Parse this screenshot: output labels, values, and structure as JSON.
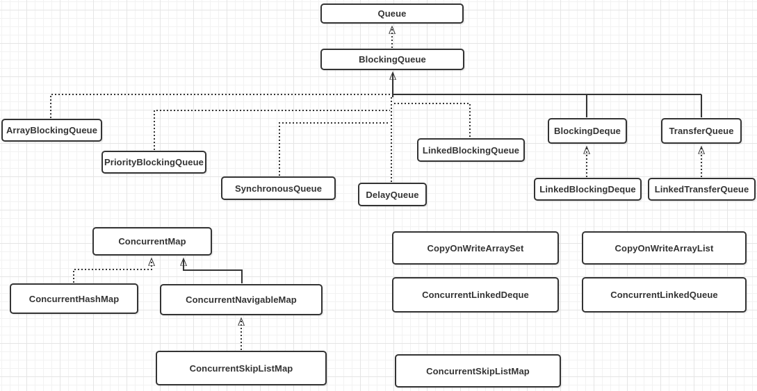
{
  "diagram": {
    "description": "Java concurrent collections class hierarchy diagram on a grid canvas",
    "colors": {
      "node_fill": "#ffffff",
      "node_border": "#333333",
      "text": "#333333",
      "line": "#333333",
      "grid_minor": "#f2f2f2",
      "grid_major": "#e5e5e5",
      "background": "#ffffff"
    },
    "nodes": {
      "queue": {
        "label": "Queue"
      },
      "blockingQueue": {
        "label": "BlockingQueue"
      },
      "arrayBlockingQueue": {
        "label": "ArrayBlockingQueue"
      },
      "priorityBlockingQueue": {
        "label": "PriorityBlockingQueue"
      },
      "synchronousQueue": {
        "label": "SynchronousQueue"
      },
      "linkedBlockingQueue": {
        "label": "LinkedBlockingQueue"
      },
      "delayQueue": {
        "label": "DelayQueue"
      },
      "blockingDeque": {
        "label": "BlockingDeque"
      },
      "transferQueue": {
        "label": "TransferQueue"
      },
      "linkedBlockingDeque": {
        "label": "LinkedBlockingDeque"
      },
      "linkedTransferQueue": {
        "label": "LinkedTransferQueue"
      },
      "concurrentMap": {
        "label": "ConcurrentMap"
      },
      "concurrentHashMap": {
        "label": "ConcurrentHashMap"
      },
      "concurrentNavigableMap": {
        "label": "ConcurrentNavigableMap"
      },
      "concurrentSkipListMapLeft": {
        "label": "ConcurrentSkipListMap"
      },
      "copyOnWriteArraySet": {
        "label": "CopyOnWriteArraySet"
      },
      "copyOnWriteArrayList": {
        "label": "CopyOnWriteArrayList"
      },
      "concurrentLinkedDeque": {
        "label": "ConcurrentLinkedDeque"
      },
      "concurrentLinkedQueue": {
        "label": "ConcurrentLinkedQueue"
      },
      "concurrentSkipListMapBottom": {
        "label": "ConcurrentSkipListMap"
      }
    },
    "edges": [
      {
        "from": "BlockingQueue",
        "to": "Queue",
        "style": "dotted",
        "arrow": true
      },
      {
        "from": "ArrayBlockingQueue",
        "to": "BlockingQueue",
        "style": "dotted",
        "arrow": false
      },
      {
        "from": "PriorityBlockingQueue",
        "to": "BlockingQueue",
        "style": "dotted",
        "arrow": false
      },
      {
        "from": "SynchronousQueue",
        "to": "BlockingQueue",
        "style": "dotted",
        "arrow": false
      },
      {
        "from": "LinkedBlockingQueue",
        "to": "BlockingQueue",
        "style": "dotted",
        "arrow": false
      },
      {
        "from": "DelayQueue",
        "to": "BlockingQueue",
        "style": "dotted",
        "arrow": true
      },
      {
        "from": "BlockingDeque",
        "to": "BlockingQueue",
        "style": "solid",
        "arrow": true
      },
      {
        "from": "TransferQueue",
        "to": "BlockingQueue",
        "style": "solid",
        "arrow": true
      },
      {
        "from": "LinkedBlockingDeque",
        "to": "BlockingDeque",
        "style": "dotted",
        "arrow": true
      },
      {
        "from": "LinkedTransferQueue",
        "to": "TransferQueue",
        "style": "dotted",
        "arrow": true
      },
      {
        "from": "ConcurrentHashMap",
        "to": "ConcurrentMap",
        "style": "dotted",
        "arrow": true
      },
      {
        "from": "ConcurrentNavigableMap",
        "to": "ConcurrentMap",
        "style": "solid",
        "arrow": true
      },
      {
        "from": "ConcurrentSkipListMap",
        "to": "ConcurrentNavigableMap",
        "style": "dotted",
        "arrow": true
      }
    ]
  }
}
